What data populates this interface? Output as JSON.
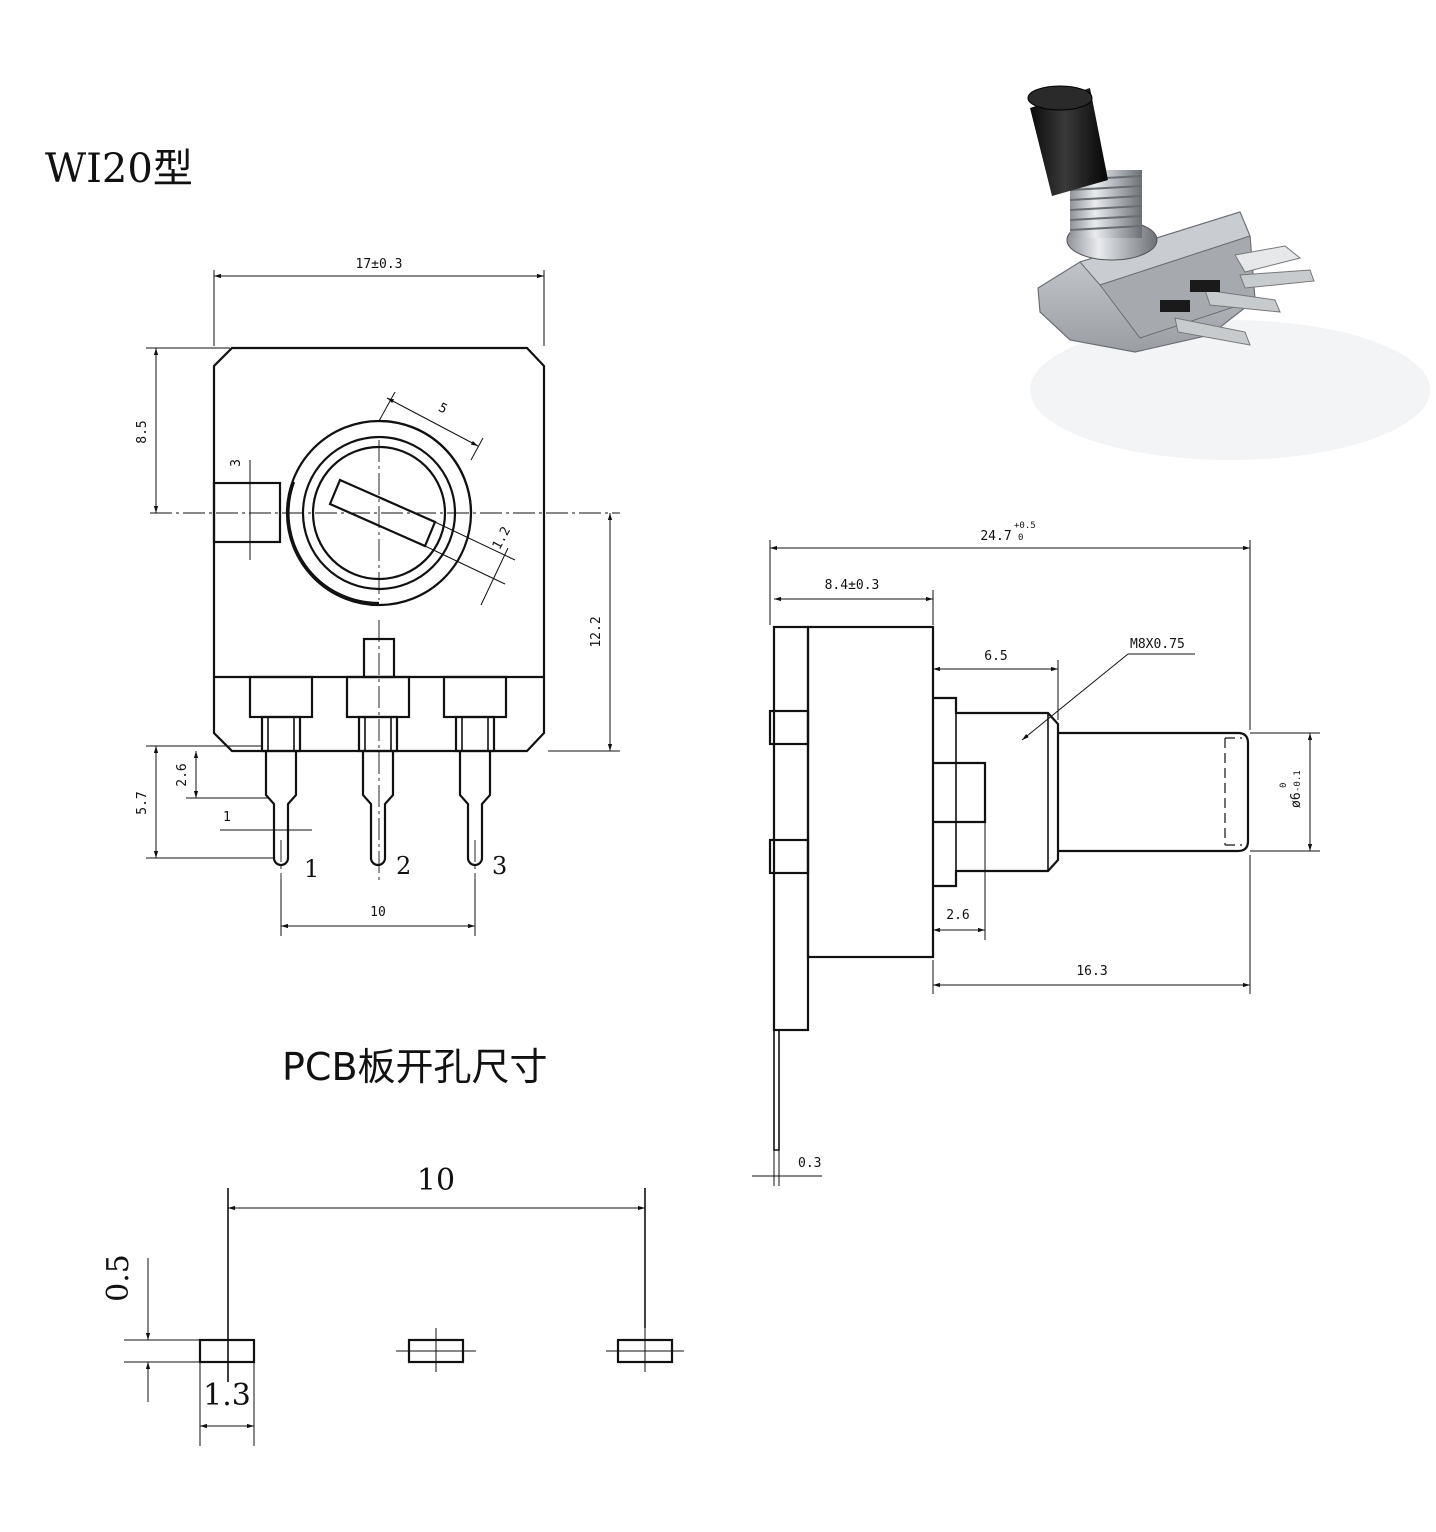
{
  "title": "WI20型",
  "pcb_heading": "PCB板开孔尺寸",
  "front_view": {
    "width": "17±0.3",
    "height_top": "8.5",
    "height_bottom": "12.2",
    "tab": "3",
    "slot_ring": "5",
    "slot": "1.2",
    "pin_shoulder": "2.6",
    "pin_length": "5.7",
    "pin_width": "1",
    "pin_pitch": "10",
    "pins": [
      "1",
      "2",
      "3"
    ]
  },
  "side_view": {
    "total_length_value": "24.7",
    "total_length_tol_upper": "+0.5",
    "total_length_tol_lower": "0",
    "body_depth": "8.4±0.3",
    "bushing_length": "6.5",
    "thread": "M8X0.75",
    "shaft_diameter_value": "ø6",
    "shaft_diameter_tol_upper": "0",
    "shaft_diameter_tol_lower": "-0.1",
    "shoulder": "2.6",
    "shaft_length": "16.3",
    "plate_thickness": "0.3"
  },
  "pcb_layout": {
    "pitch": "10",
    "hole_height": "0.5",
    "hole_width": "1.3"
  }
}
